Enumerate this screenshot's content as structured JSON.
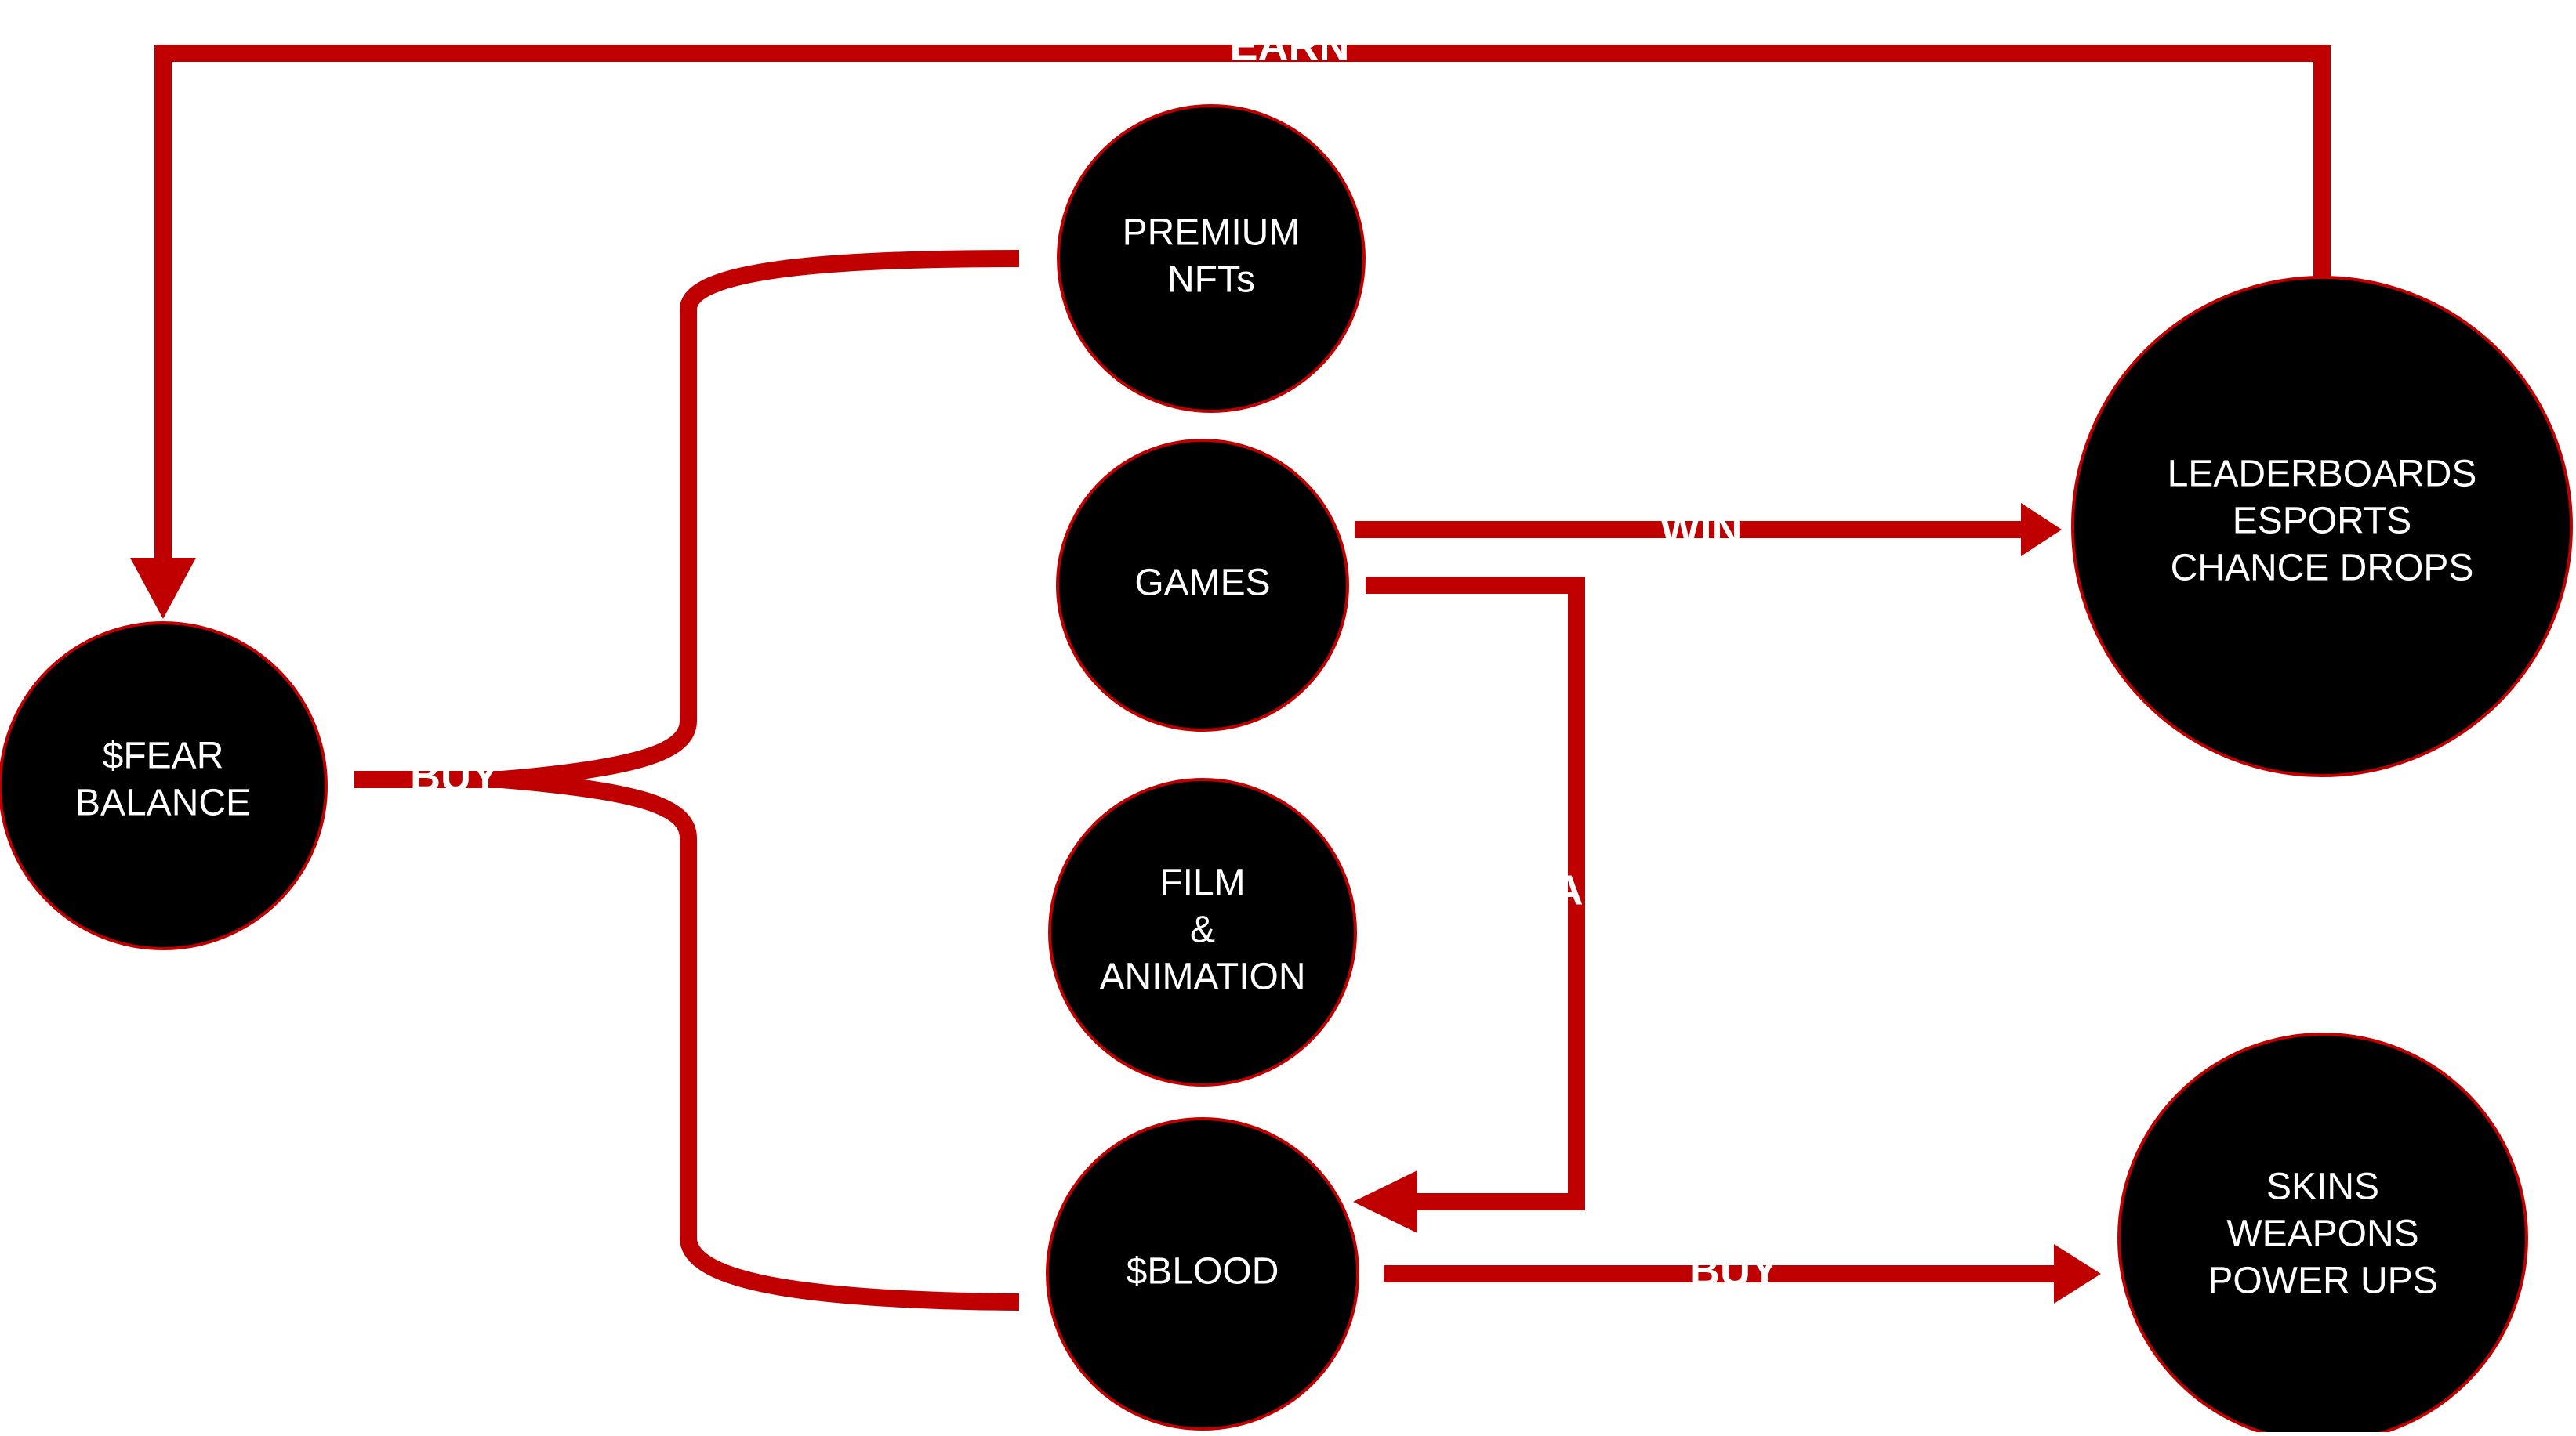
{
  "colors": {
    "line": "#c00000",
    "node": "#000000",
    "text": "#ffffff",
    "background": "#ffffff"
  },
  "nodes": {
    "fear_balance": [
      "$FEAR",
      "BALANCE"
    ],
    "premium_nfts": [
      "PREMIUM",
      "NFTs"
    ],
    "games": [
      "GAMES"
    ],
    "film_animation": [
      "FILM",
      "&",
      "ANIMATION"
    ],
    "blood": [
      "$BLOOD"
    ],
    "leaderboards": [
      "LEADERBOARDS",
      "ESPORTS",
      "CHANCE DROPS"
    ],
    "skins": [
      "SKINS",
      "WEAPONS",
      "POWER UPS"
    ]
  },
  "edges": {
    "earn": "EARN",
    "buy_left": "BUY",
    "win": "WIN",
    "play": "A",
    "buy_right": "BUY"
  }
}
